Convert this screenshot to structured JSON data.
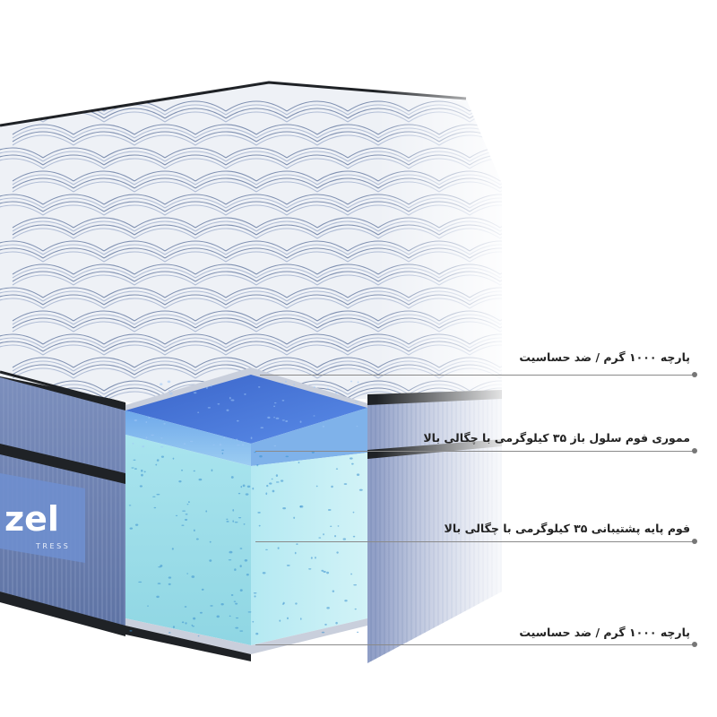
{
  "brand": {
    "logo_text": "zel",
    "logo_subtext": "T R E S S"
  },
  "callouts": [
    {
      "label": "پارچه ۱۰۰۰ گرم / ضد حساسیت"
    },
    {
      "label": "مموری فوم سلول باز ۳۵ کیلوگرمی با چگالی بالا"
    },
    {
      "label": "فوم پایه پشتیبانی ۳۵ کیلوگرمی با چگالی بالا"
    },
    {
      "label": "پارچه ۱۰۰۰ گرم / ضد حساسیت"
    }
  ],
  "colors": {
    "top_fabric": "#eef1f6",
    "quilt_stripe": "#5a6f9a",
    "side_panel": "#6d80ad",
    "border_piping": "#1f2226",
    "memory_foam": "#3f73d6",
    "support_foam": "#9fe0ea",
    "label_text": "#222222",
    "leader_line": "#8a8a8a"
  }
}
